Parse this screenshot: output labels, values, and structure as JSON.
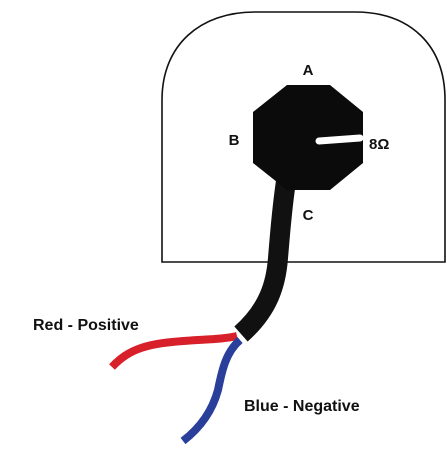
{
  "diagram": {
    "labels": {
      "tap_a": "A",
      "tap_b": "B",
      "tap_c": "C",
      "impedance": "8Ω",
      "red_wire": "Red - Positive",
      "blue_wire": "Blue - Negative"
    },
    "colors": {
      "outline": "#111111",
      "knob": "#0b0b0b",
      "pointer": "#ffffff",
      "cable": "#111111",
      "red_wire": "#d8202a",
      "blue_wire": "#2a3f9a",
      "background": "#ffffff"
    },
    "selected_tap": "8Ω"
  }
}
